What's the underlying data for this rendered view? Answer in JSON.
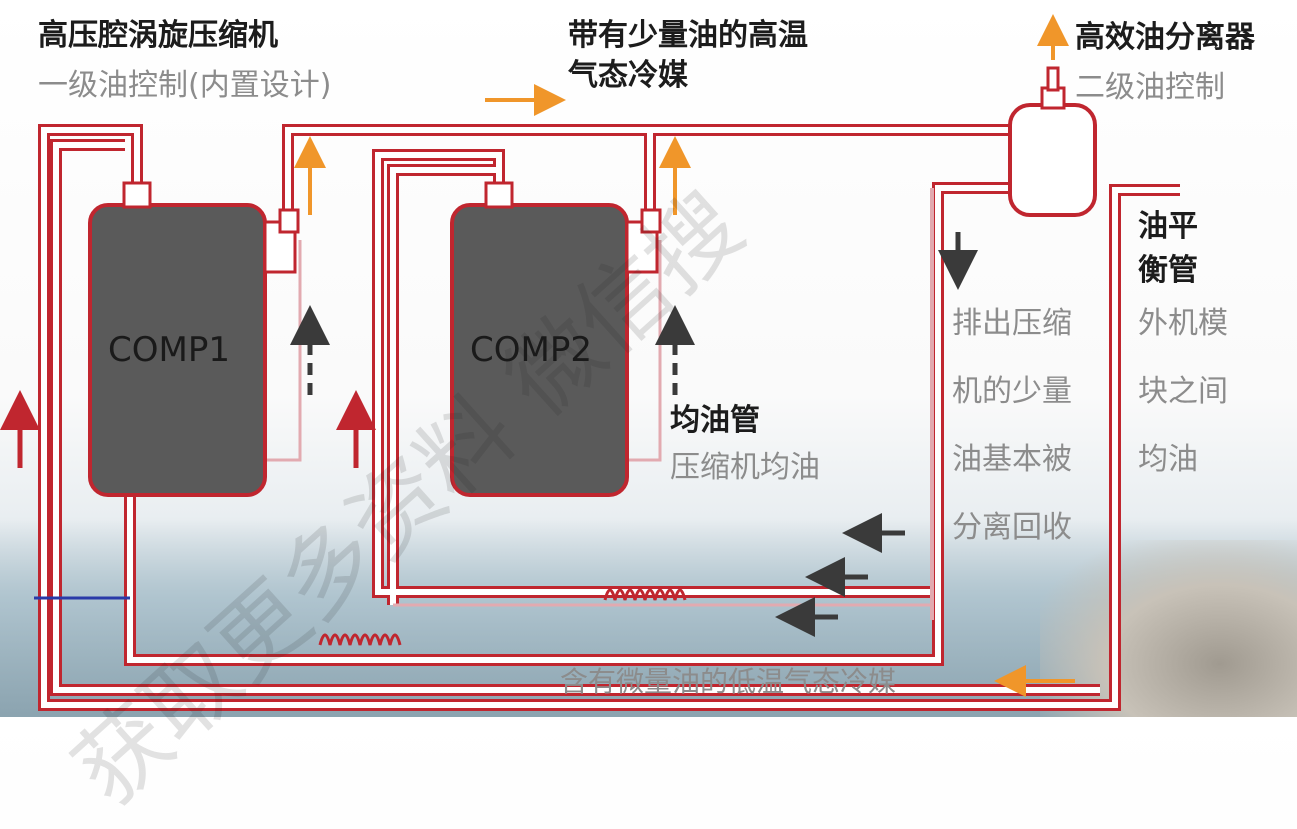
{
  "labels": {
    "compressor_title": "高压腔涡旋压缩机",
    "compressor_sub": "一级油控制(内置设计)",
    "hot_gas_line1": "带有少量油的高温",
    "hot_gas_line2": "气态冷媒",
    "separator_title": "高效油分离器",
    "separator_sub": "二级油控制",
    "balance_title_1": "油平",
    "balance_title_2": "衡管",
    "balance_desc_1": "外机模",
    "balance_desc_2": "块之间",
    "balance_desc_3": "均油",
    "return_desc_1": "排出压缩",
    "return_desc_2": "机的少量",
    "return_desc_3": "油基本被",
    "return_desc_4": "分离回收",
    "equalizer_title": "均油管",
    "equalizer_sub": "压缩机均油",
    "suction_gas": "含有微量油的低温气态冷媒",
    "comp1": "COMP1",
    "comp2": "COMP2"
  },
  "watermark": {
    "text": "获取更多资料 微信搜"
  },
  "colors": {
    "pipe": "#c0262f",
    "compressor_fill": "#5a5a5a",
    "hot_arrow": "#f0962a",
    "dark_arrow": "#3a3a3a",
    "up_arrow_red": "#c0262f",
    "balance_pipe": "#e2aab0"
  }
}
